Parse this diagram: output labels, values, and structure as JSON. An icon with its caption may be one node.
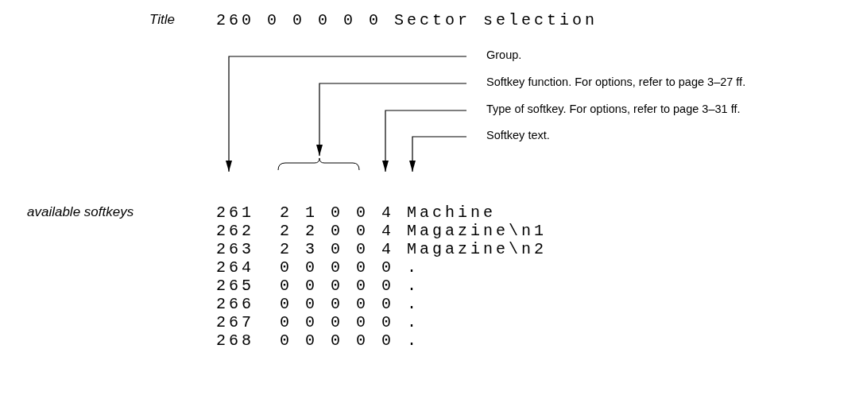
{
  "diagram": {
    "nodes": [
      {
        "text": [
          "Group."
        ]
      },
      {
        "text": [
          "Softkey function. For options, refer to page 3–27 ff."
        ]
      },
      {
        "text": [
          "Type of softkey. For options, refer to page 3–31 ff."
        ]
      },
      {
        "text": [
          "Softkey text."
        ]
      },
      {
        "text": [],
        "shape": "bracket"
      }
    ],
    "edges": [
      {
        "from": 0,
        "to": null,
        "arrow": "to"
      },
      {
        "from": 1,
        "to": 4,
        "arrow": "to"
      },
      {
        "from": 2,
        "to": null,
        "arrow": "to"
      },
      {
        "from": 3,
        "to": null,
        "arrow": "to"
      }
    ],
    "labels": [
      "Title",
      "260 0 0 0 0 0 Sector selection",
      "available softkeys",
      "261",
      "2 1 0 0 4 Machine",
      "262",
      "2 2 0 0 4 Magazine\\n1",
      "263",
      "2 3 0 0 4 Magazine\\n2",
      "264",
      "0 0 0 0 0 .",
      "265",
      "0 0 0 0 0 .",
      "266",
      "0 0 0 0 0 .",
      "267",
      "0 0 0 0 0 .",
      "268",
      "0 0 0 0 0 ."
    ]
  }
}
